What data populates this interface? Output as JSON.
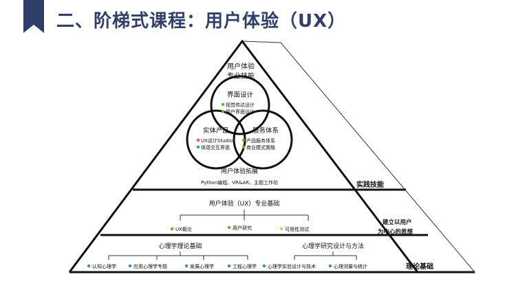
{
  "slide": {
    "title": "二、阶梯式课程：用户体验（UX）"
  },
  "colors": {
    "title": "#2f3f6a",
    "ribbon": "#2f3f6a",
    "line": "#222222",
    "green": "#5cb531",
    "blue": "#2f8fd6",
    "red": "#e0565b",
    "yellow": "#f0c53a"
  },
  "top_tier": {
    "heading_line1": "用户体验",
    "heading_line2": "专业技能",
    "circle_top": {
      "title": "界面设计",
      "items": [
        "视觉传达设计",
        "用户界面设计"
      ]
    },
    "circle_left": {
      "title": "实体产品",
      "items": [
        "UX设计Studio",
        "体感交互界面"
      ]
    },
    "circle_right": {
      "title": "服务体系",
      "items": [
        "产品服务体系",
        "商业模式策略"
      ]
    },
    "extension_title": "用户体验拓展",
    "extension_items": "Python编程、VR&AR、主题工作坊",
    "side_label": "实践技能"
  },
  "middle_tier": {
    "title": "用户体验（UX）专业基础",
    "items": [
      "UX概论",
      "用户研究",
      "可用性测试"
    ],
    "side_label_line1": "建立以用户",
    "side_label_line2": "为中心的思想"
  },
  "bottom_tier": {
    "left_title": "心理学理论基础",
    "right_title": "心理学研究设计与方法",
    "left_items": [
      "认知心理学",
      "应用心理学专题",
      "发展心理学",
      "工程心理学"
    ],
    "right_items": [
      "心理学实验设计与技术",
      "心理测量与统计"
    ],
    "side_label": "理论基础"
  }
}
